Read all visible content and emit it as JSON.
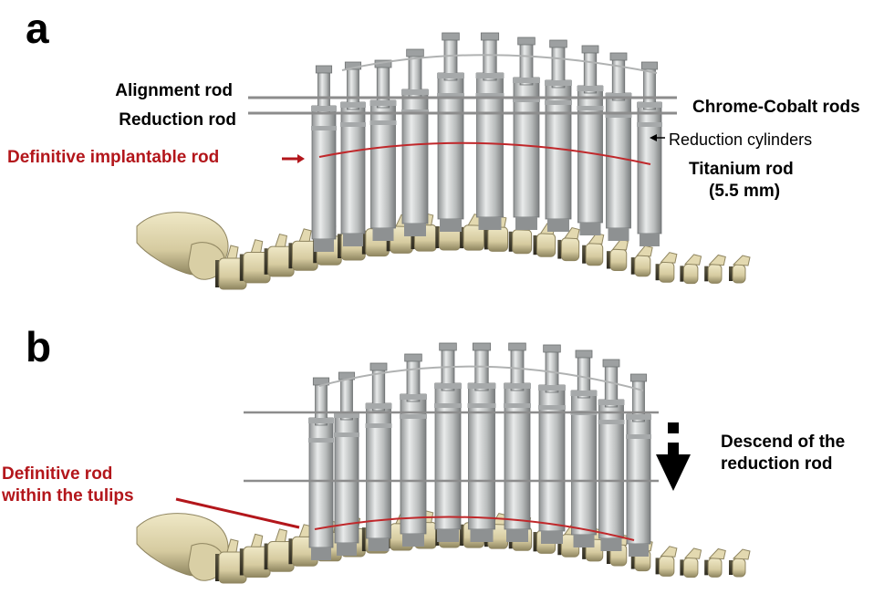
{
  "panel_a": {
    "letter": "a",
    "labels": {
      "alignment_rod": "Alignment rod",
      "reduction_rod": "Reduction rod",
      "definitive_rod": "Definitive implantable rod",
      "chrome_cobalt": "Chrome-Cobalt rods",
      "reduction_cylinders": "Reduction cylinders",
      "titanium_rod": "Titanium rod",
      "titanium_size": "(5.5 mm)"
    }
  },
  "panel_b": {
    "letter": "b",
    "labels": {
      "definitive_rod_line1": "Definitive rod",
      "definitive_rod_line2": "within the tulips",
      "descend_line1": "Descend of the",
      "descend_line2": "reduction rod"
    }
  },
  "colors": {
    "label_red": "#b3161b",
    "bone": "#d8cfa6",
    "bone_shadow": "#8f8560",
    "cylinder": "#c2c4c4",
    "rod_gray": "#8c8c8c"
  }
}
